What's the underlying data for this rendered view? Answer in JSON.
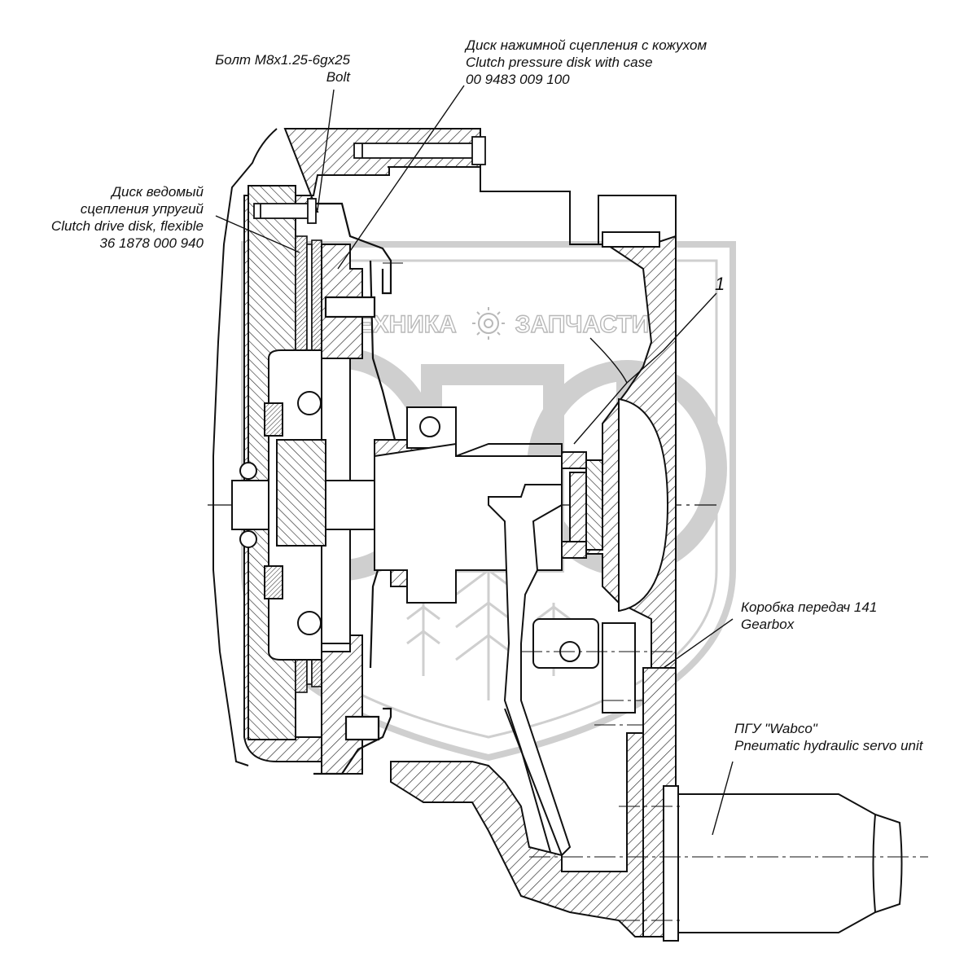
{
  "colors": {
    "ink": "#111111",
    "watermark": "#c9c9c9",
    "background": "#ffffff"
  },
  "watermark": {
    "left_text": "ТЕХНИКА",
    "right_text": "ЗАПЧАСТИ",
    "big_letters": "ЭПФ",
    "icon": "gear-icon"
  },
  "callouts": {
    "bolt": {
      "line1": "Болт М8х1.25-6gх25",
      "line2": "Bolt"
    },
    "pressure_disk": {
      "line1": "Диск нажимной сцепления с кожухом",
      "line2": "Clutch pressure disk with case",
      "line3": "00 9483 009 100"
    },
    "drive_disk": {
      "line1": "Диск ведомый",
      "line2": "сцепления упругий",
      "line3": "Clutch drive disk, flexible",
      "line4": "36 1878 000 940"
    },
    "position_1": {
      "text": "1"
    },
    "gearbox": {
      "line1": "Коробка передач 141",
      "line2": "Gearbox"
    },
    "servo": {
      "line1": "ПГУ \"Wabco\"",
      "line2": "Pneumatic hydraulic servo unit"
    }
  }
}
